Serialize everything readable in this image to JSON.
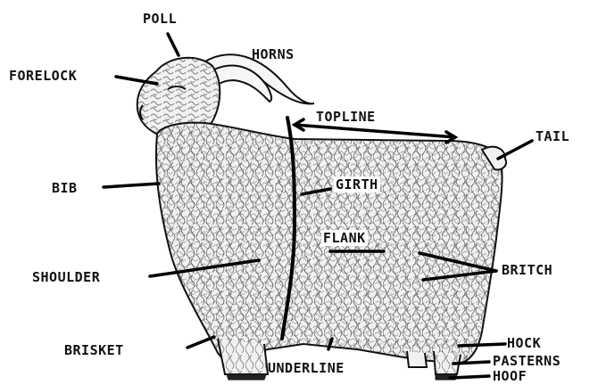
{
  "diagram": {
    "labels": {
      "poll": "POLL",
      "horns": "HORNS",
      "forelock": "FORELOCK",
      "topline": "TOPLINE",
      "tail": "TAIL",
      "bib": "BIB",
      "girth": "GIRTH",
      "flank": "FLANK",
      "shoulder": "SHOULDER",
      "britch": "BRITCH",
      "brisket": "BRISKET",
      "hock": "HOCK",
      "underline": "UNDERLINE",
      "pasterns": "PASTERNS",
      "hoof": "HOOF"
    },
    "colors": {
      "ink": "#111111",
      "fleece_fill": "#f1f1f1",
      "background": "#ffffff"
    }
  }
}
